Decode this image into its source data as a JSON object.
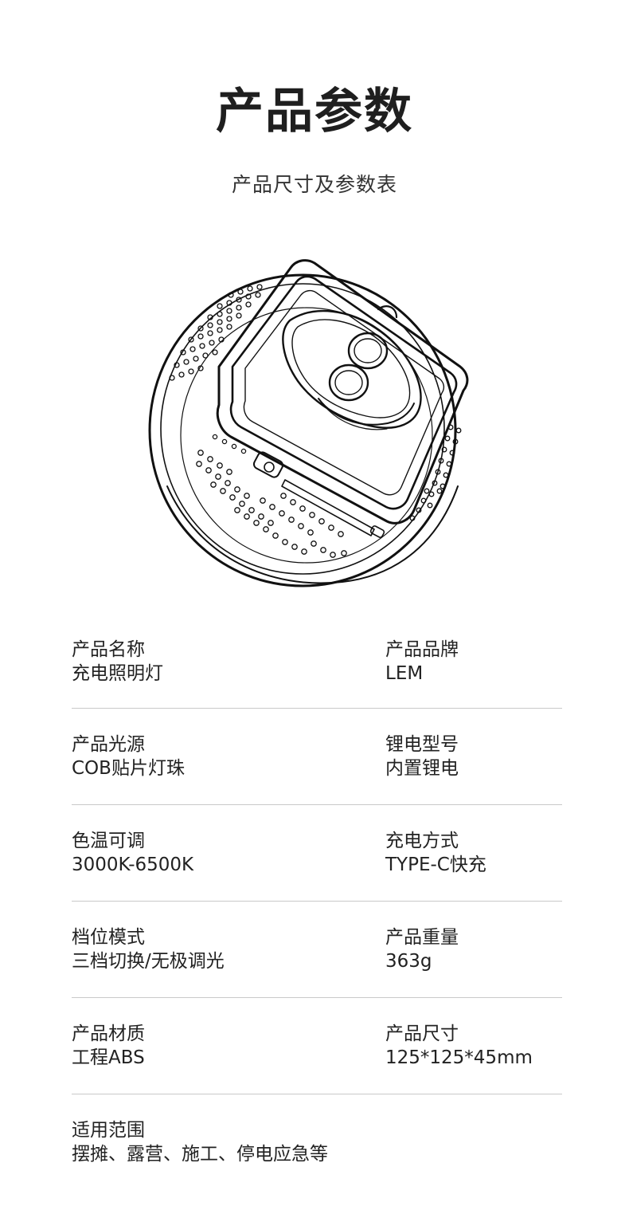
{
  "header": {
    "title": "产品参数",
    "subtitle": "产品尺寸及参数表"
  },
  "image": {
    "icon": "product-line-drawing-icon"
  },
  "specs": [
    {
      "left": {
        "label": "产品名称",
        "value": "充电照明灯"
      },
      "right": {
        "label": "产品品牌",
        "value": "LEM"
      }
    },
    {
      "left": {
        "label": "产品光源",
        "value": "COB贴片灯珠"
      },
      "right": {
        "label": "锂电型号",
        "value": "内置锂电"
      }
    },
    {
      "left": {
        "label": "色温可调",
        "value": "3000K-6500K"
      },
      "right": {
        "label": "充电方式",
        "value": "TYPE-C快充"
      }
    },
    {
      "left": {
        "label": "档位模式",
        "value": "三档切换/无极调光"
      },
      "right": {
        "label": "产品重量",
        "value": "363g"
      }
    },
    {
      "left": {
        "label": "产品材质",
        "value": "工程ABS"
      },
      "right": {
        "label": "产品尺寸",
        "value": "125*125*45mm"
      }
    },
    {
      "left": {
        "label": "适用范围",
        "value": "摆摊、露营、施工、停电应急等"
      }
    }
  ]
}
